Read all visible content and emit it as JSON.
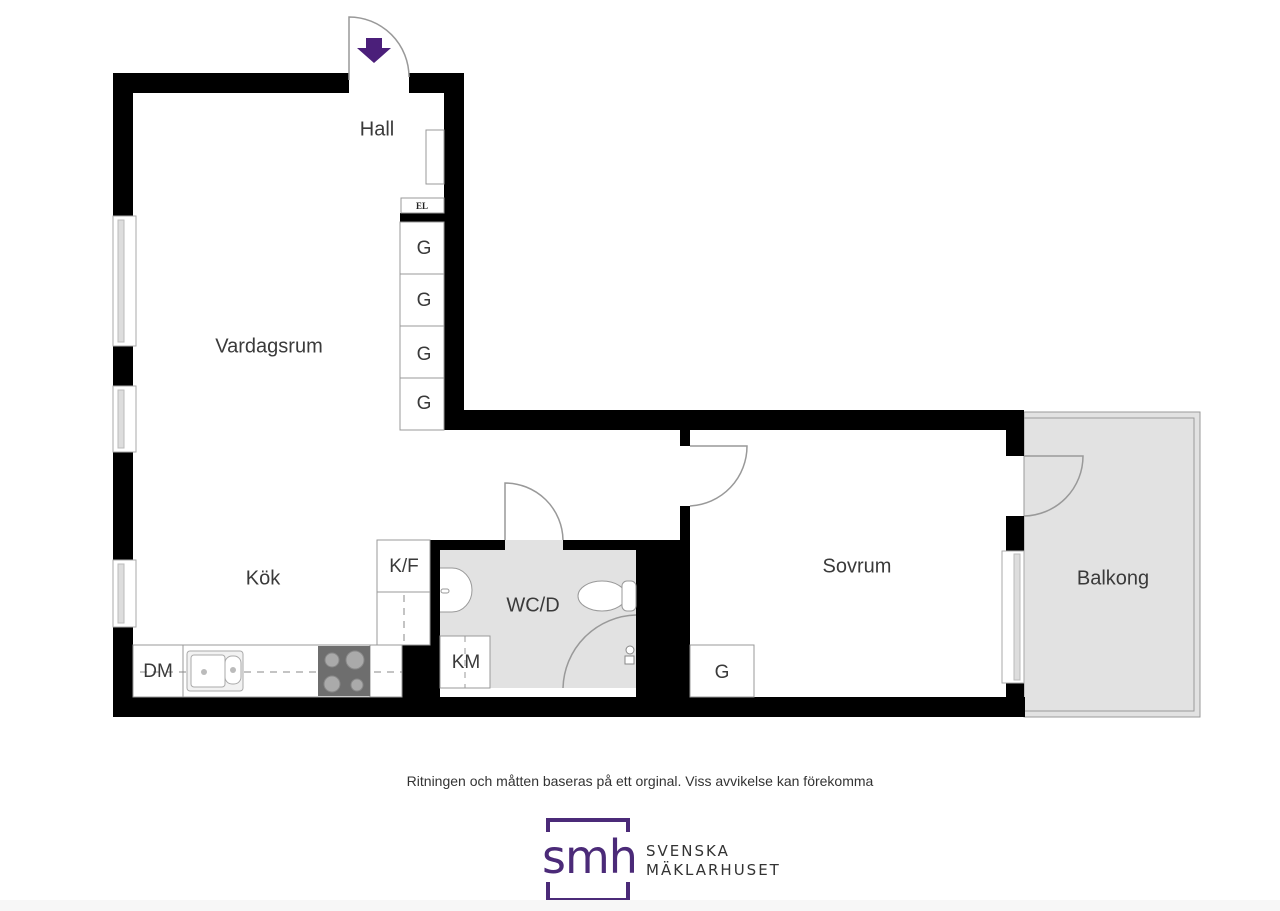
{
  "floorplan": {
    "rooms": {
      "hall": "Hall",
      "vardagsrum": "Vardagsrum",
      "kok": "Kök",
      "wc": "WC/D",
      "sovrum": "Sovrum",
      "balkong": "Balkong"
    },
    "fixtures": {
      "el": "EL",
      "wardrobes": [
        "G",
        "G",
        "G",
        "G"
      ],
      "bedroom_wardrobe": "G",
      "fridge_freezer": "K/F",
      "dishwasher": "DM",
      "washing_machine": "KM"
    },
    "icons": {
      "entrance": "entrance-arrow-icon"
    },
    "colors": {
      "wall": "#000000",
      "wet_room_floor": "#e2e2e2",
      "balcony_floor": "#e2e2e2",
      "stove": "#6e6e6e",
      "entrance_arrow": "#4b1f7a",
      "brand": "#4b2a78"
    }
  },
  "footer": {
    "disclaimer": "Ritningen och måtten baseras på ett orginal. Viss avvikelse kan förekomma",
    "logo_mark": "smh",
    "logo_line1": "SVENSKA",
    "logo_line2": "MÄKLARHUSET"
  }
}
